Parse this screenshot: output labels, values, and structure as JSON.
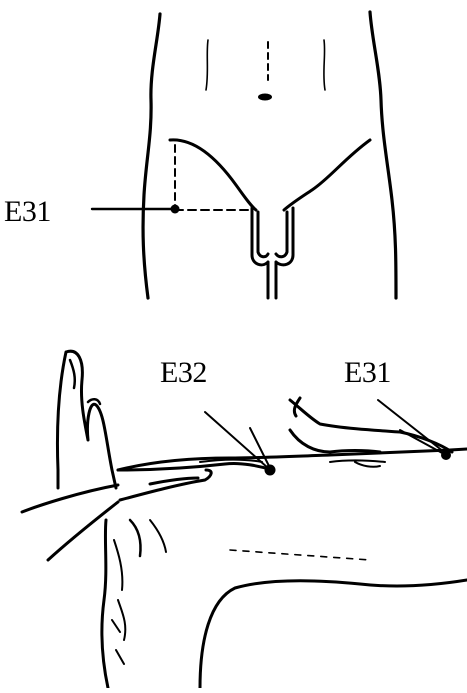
{
  "labels": {
    "top_point": "E31",
    "bottom_left_point": "E32",
    "bottom_right_point": "E31"
  }
}
